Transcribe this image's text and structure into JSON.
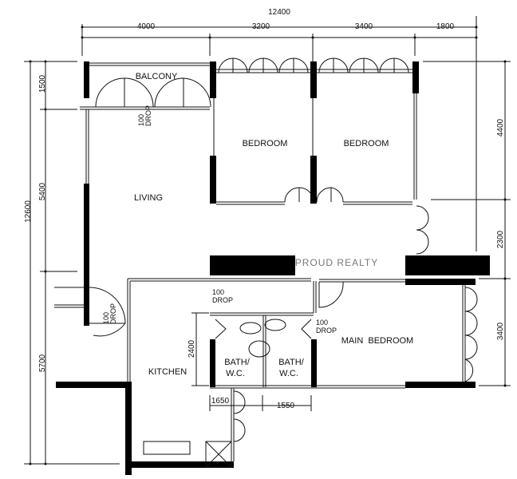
{
  "watermark": "PROUD REALTY",
  "dimensions": {
    "top_total": "12400",
    "top_segments": [
      "4000",
      "3200",
      "3400",
      "1800"
    ],
    "left_total": "12600",
    "left_segments": [
      "1500",
      "5400",
      "5700"
    ],
    "right_segments": [
      "4400",
      "2300",
      "3400"
    ],
    "kitchen_height": "2400",
    "bath_widths": [
      "1650",
      "1550"
    ]
  },
  "rooms": {
    "balcony": "BALCONY",
    "bedroom_1": "BEDROOM",
    "bedroom_2": "BEDROOM",
    "living": "LIVING",
    "kitchen": "KITCHEN",
    "bath_1": [
      "BATH/",
      "W.C."
    ],
    "bath_2": [
      "BATH/",
      "W.C."
    ],
    "main_bedroom": "MAIN  BEDROOM"
  },
  "drops": {
    "balcony": [
      "100",
      "DROP"
    ],
    "entrance": [
      "100",
      "DROP"
    ],
    "corridor": [
      "100",
      "DROP"
    ],
    "bath": [
      "100",
      "DROP"
    ]
  }
}
